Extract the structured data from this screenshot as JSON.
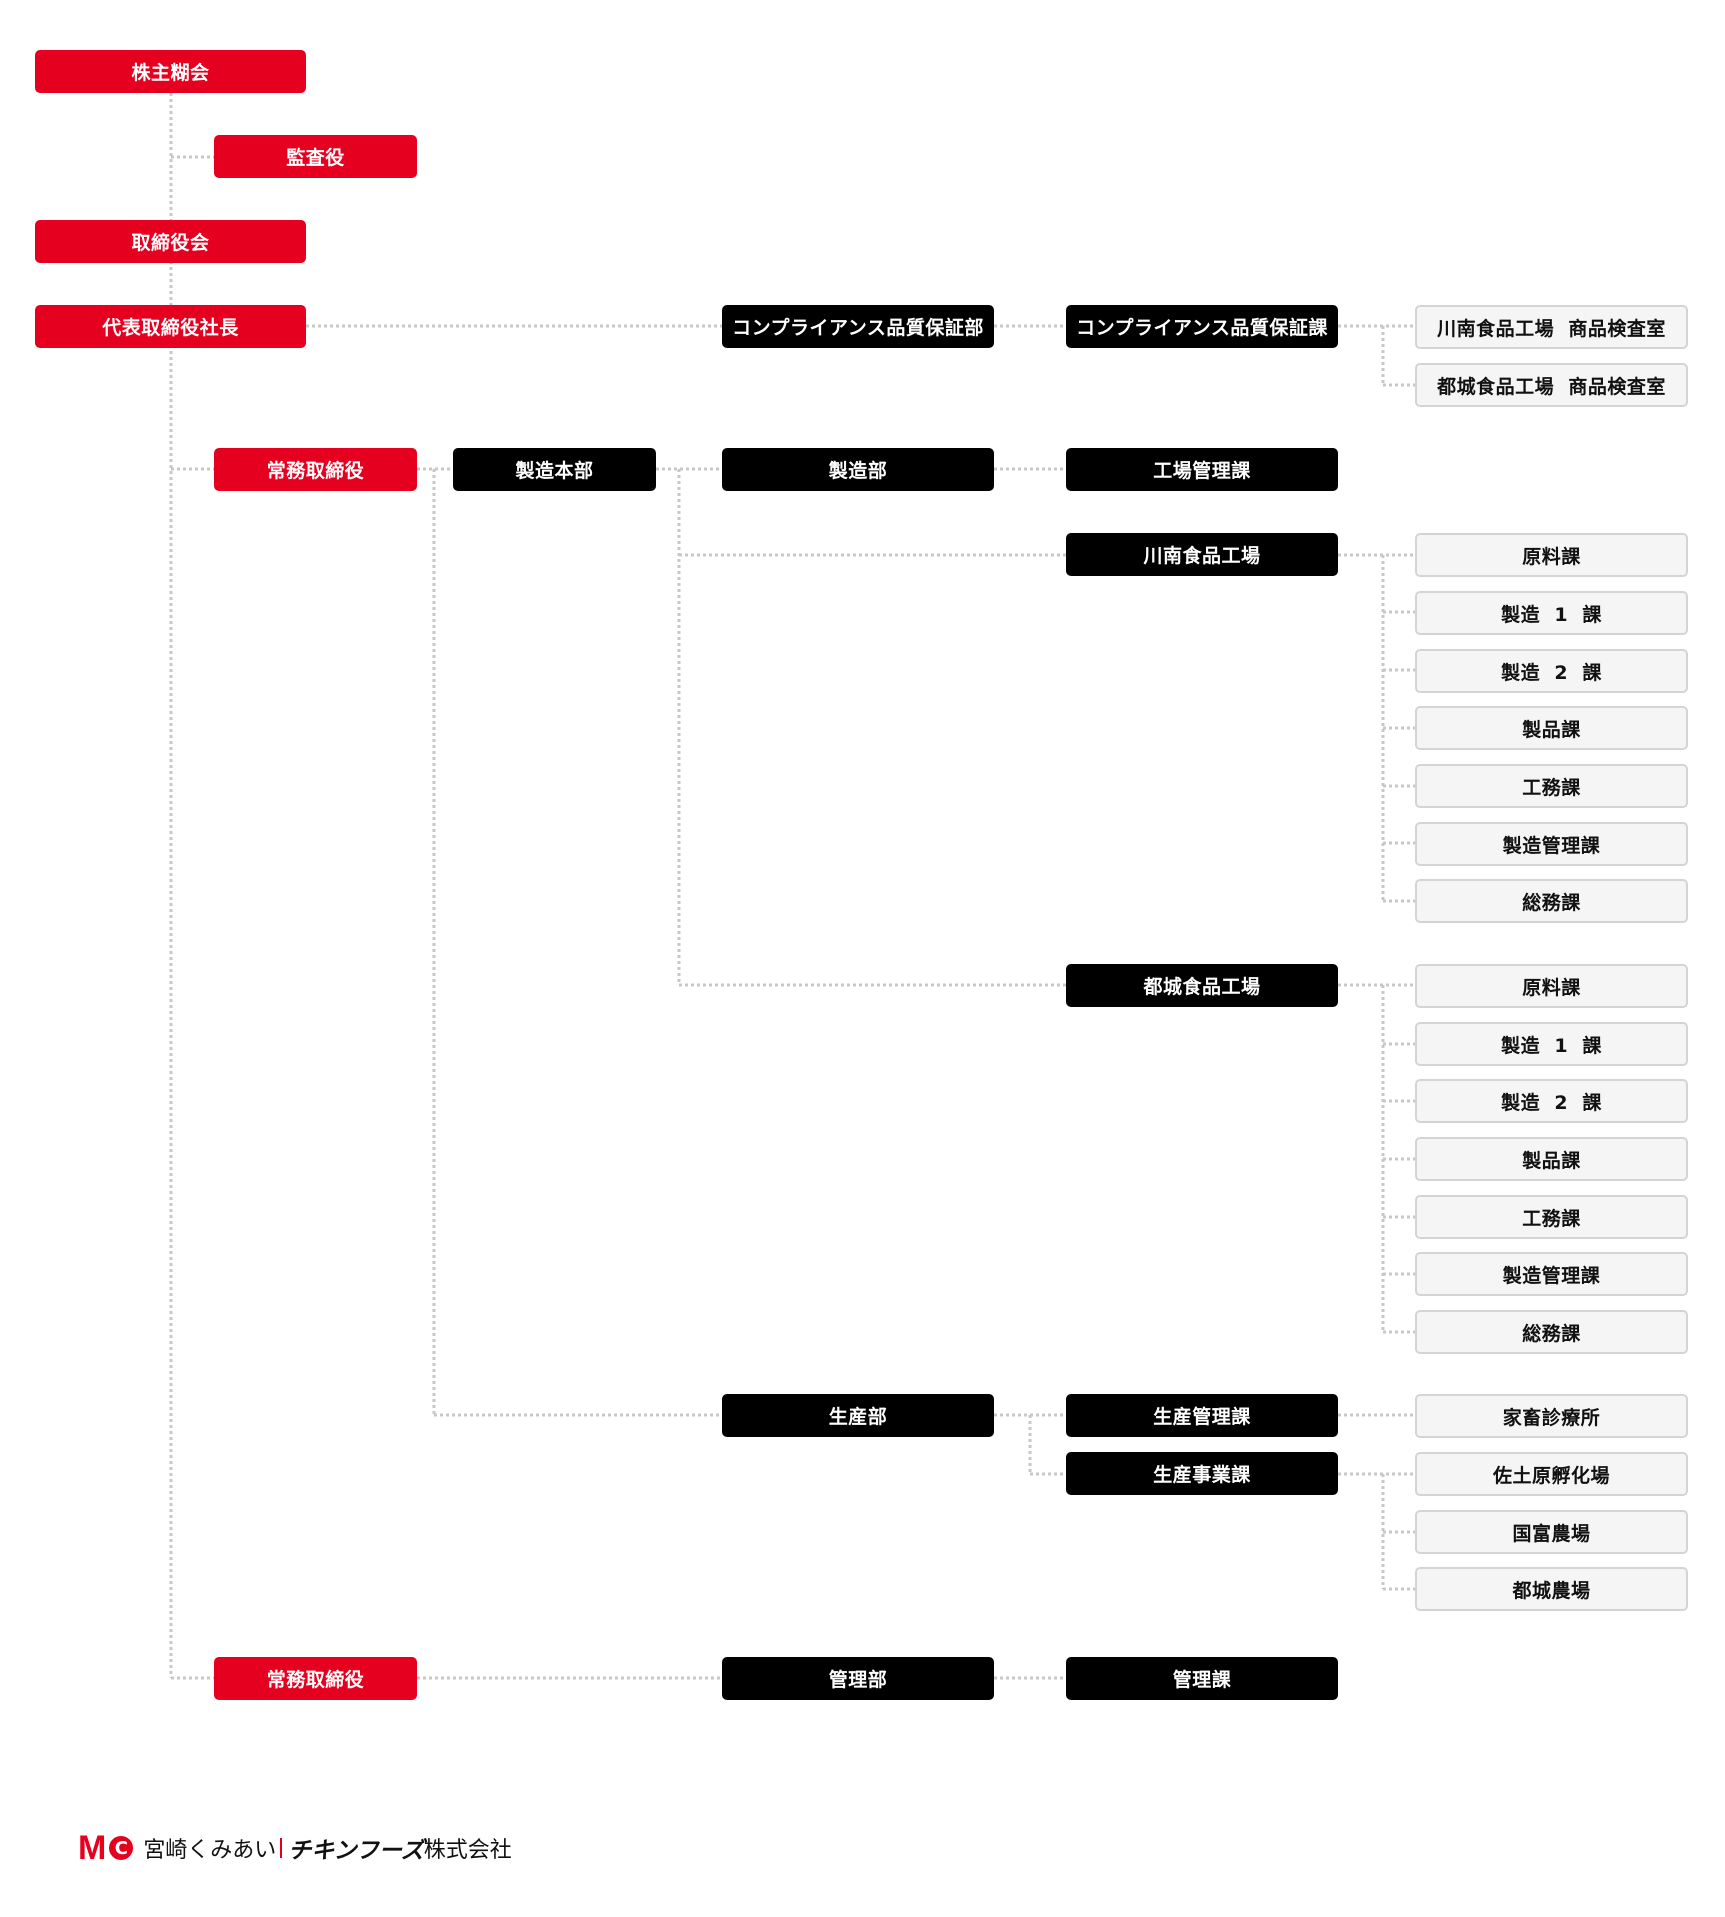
{
  "colors": {
    "executive": "#e60020",
    "department": "#000000",
    "section": "#f5f5f5",
    "connector": "#c8c8c8"
  },
  "nodes": {
    "n1": {
      "label": "株主糊会",
      "style": "red"
    },
    "n2": {
      "label": "監査役",
      "style": "red"
    },
    "n3": {
      "label": "取締役会",
      "style": "red"
    },
    "n4": {
      "label": "代表取締役社長",
      "style": "red"
    },
    "n5": {
      "label": "常務取締役",
      "style": "red"
    },
    "n6": {
      "label": "常務取締役",
      "style": "red"
    },
    "n7": {
      "label": "製造本部",
      "style": "black"
    },
    "n8": {
      "label": "コンプライアンス品質保証部",
      "style": "black"
    },
    "n9": {
      "label": "製造部",
      "style": "black"
    },
    "n10": {
      "label": "生産部",
      "style": "black"
    },
    "n11": {
      "label": "管理部",
      "style": "black"
    },
    "n12": {
      "label": "コンプライアンス品質保証課",
      "style": "black"
    },
    "n13": {
      "label": "工場管理課",
      "style": "black"
    },
    "n14": {
      "label": "川南食品工場",
      "style": "black"
    },
    "n15": {
      "label": "都城食品工場",
      "style": "black"
    },
    "n16": {
      "label": "生産管理課",
      "style": "black"
    },
    "n17": {
      "label": "生産事業課",
      "style": "black"
    },
    "n18": {
      "label": "管理課",
      "style": "black"
    },
    "n19": {
      "label": "川南食品工場  商品検査室",
      "style": "white"
    },
    "n20": {
      "label": "都城食品工場  商品検査室",
      "style": "white"
    },
    "n21": {
      "label": "原料課",
      "style": "white"
    },
    "n22": {
      "label": "製造  1  課",
      "style": "white"
    },
    "n23": {
      "label": "製造  2  課",
      "style": "white"
    },
    "n24": {
      "label": "製品課",
      "style": "white"
    },
    "n25": {
      "label": "工務課",
      "style": "white"
    },
    "n26": {
      "label": "製造管理課",
      "style": "white"
    },
    "n27": {
      "label": "総務課",
      "style": "white"
    },
    "n28": {
      "label": "原料課",
      "style": "white"
    },
    "n29": {
      "label": "製造  1  課",
      "style": "white"
    },
    "n30": {
      "label": "製造  2  課",
      "style": "white"
    },
    "n31": {
      "label": "製品課",
      "style": "white"
    },
    "n32": {
      "label": "工務課",
      "style": "white"
    },
    "n33": {
      "label": "製造管理課",
      "style": "white"
    },
    "n34": {
      "label": "総務課",
      "style": "white"
    },
    "n35": {
      "label": "家畜診療所",
      "style": "white"
    },
    "n36": {
      "label": "佐土原孵化場",
      "style": "white"
    },
    "n37": {
      "label": "国富農場",
      "style": "white"
    },
    "n38": {
      "label": "都城農場",
      "style": "white"
    }
  },
  "logo": {
    "mark_m": "M",
    "mark_c": "C",
    "text_coop": "宮崎くみあい",
    "text_brand": "チキンフーズ",
    "text_corp": "株式会社"
  }
}
